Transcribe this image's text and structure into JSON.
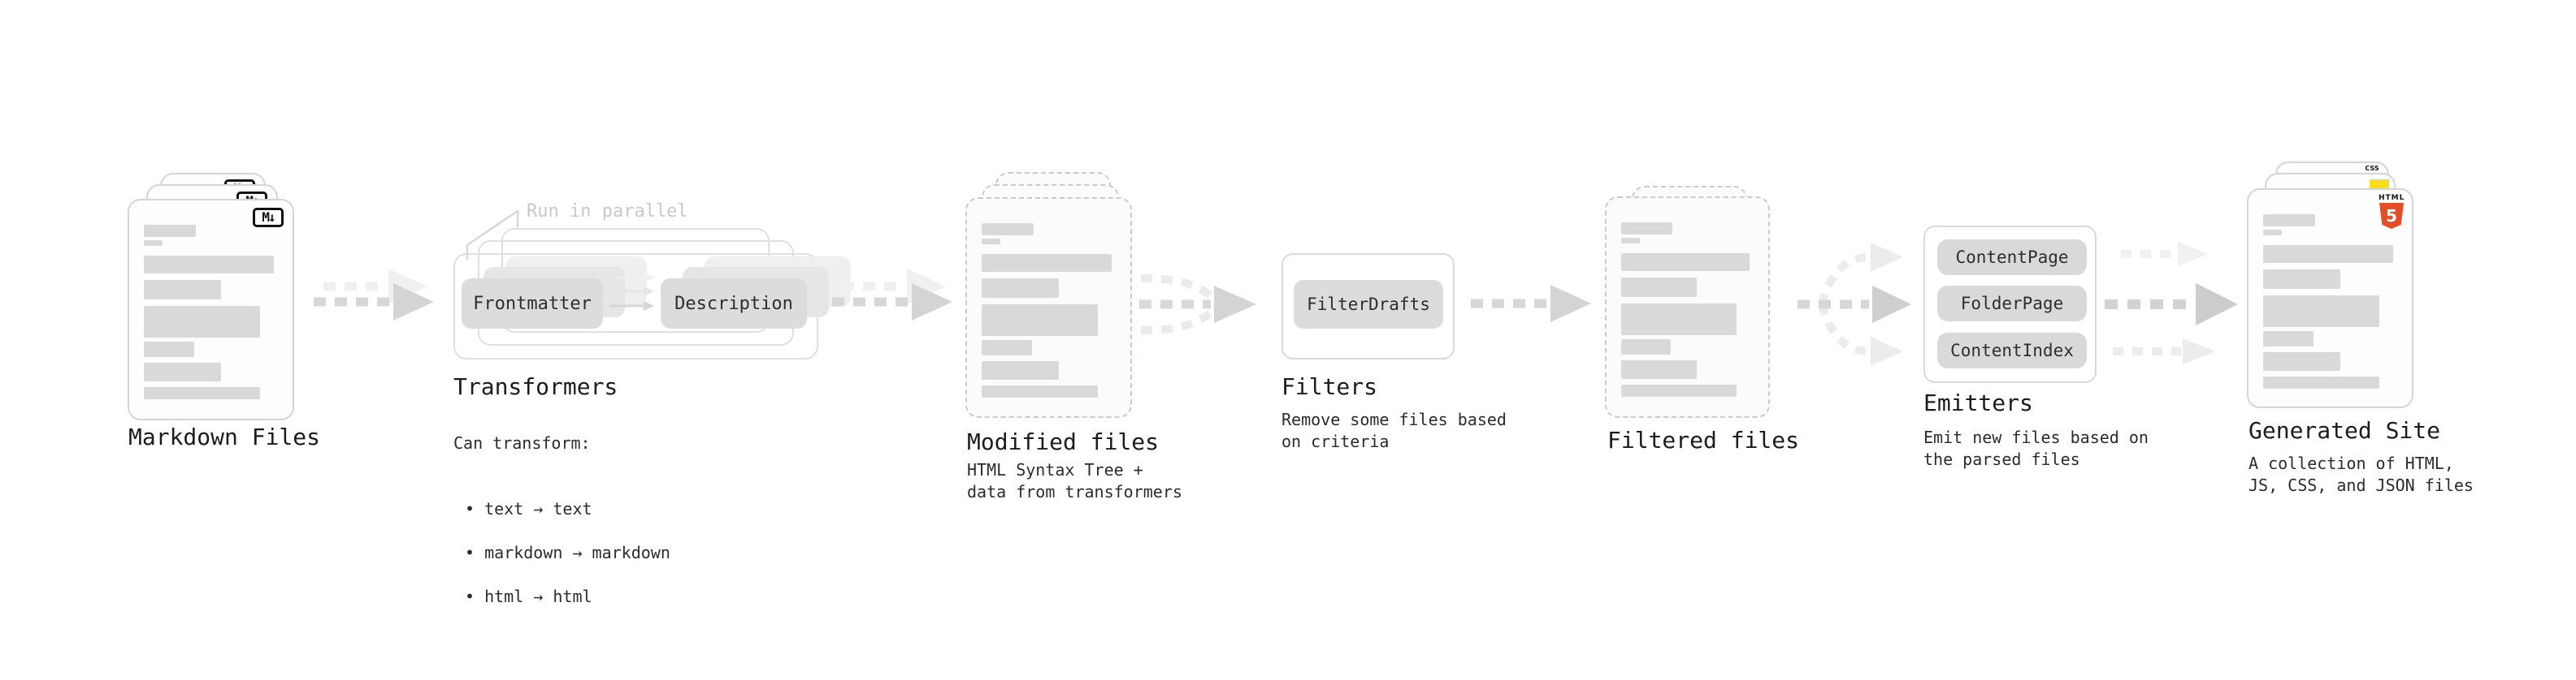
{
  "markdown_files": {
    "label": "Markdown Files",
    "icon_text": "M↓"
  },
  "transformers": {
    "label": "Transformers",
    "annotation": "Run in parallel",
    "pill_left": "Frontmatter",
    "pill_right": "Description",
    "sub_title": "Can transform:",
    "bullets": [
      "• text → text",
      "• markdown → markdown",
      "• html → html"
    ]
  },
  "modified_files": {
    "label": "Modified files",
    "sub": "HTML Syntax Tree +\ndata from transformers"
  },
  "filters": {
    "label": "Filters",
    "pill": "FilterDrafts",
    "sub": "Remove some files based\non criteria"
  },
  "filtered_files": {
    "label": "Filtered files"
  },
  "emitters": {
    "label": "Emitters",
    "pills": [
      "ContentPage",
      "FolderPage",
      "ContentIndex"
    ],
    "sub": "Emit new files based on\nthe parsed files"
  },
  "generated_site": {
    "label": "Generated Site",
    "sub": "A collection of HTML,\nJS, CSS, and JSON files",
    "badge_html_word": "HTML",
    "badge_html_number": "5",
    "badge_css_word": "CSS"
  },
  "colors": {
    "card_border": "#d5d5d5",
    "bar_fill": "#d9d9d9",
    "pill_fill": "#dcdcdc",
    "arrow_main": "#d4d4d4",
    "arrow_light": "#ededed",
    "annotation_text": "#c9c9c9",
    "html5_orange": "#e44d26",
    "js_yellow": "#f7df1e",
    "css_blue": "#2563eb",
    "text": "#1f1f1f"
  }
}
